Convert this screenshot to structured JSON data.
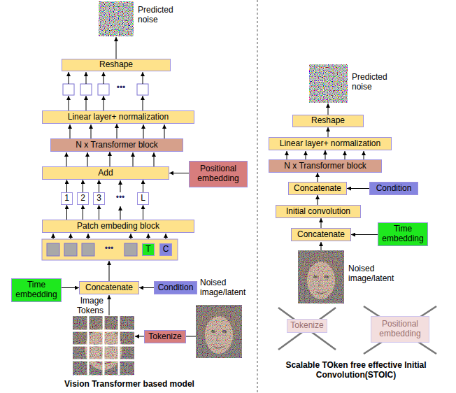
{
  "diagram": {
    "nodes": [
      {
        "text": [
          "Reshape"
        ]
      },
      {
        "text": [
          "Linear layer+ normalization"
        ]
      },
      {
        "text": [
          "N x Transformer block"
        ]
      },
      {
        "text": [
          "Add"
        ]
      },
      {
        "text": [
          "Positional embedding"
        ]
      },
      {
        "text": [
          "1"
        ]
      },
      {
        "text": [
          "2"
        ]
      },
      {
        "text": [
          "3"
        ]
      },
      {
        "text": [
          "L"
        ]
      },
      {
        "text": [
          "Patch embeding block"
        ]
      },
      {
        "text": [
          "T"
        ]
      },
      {
        "text": [
          "C"
        ]
      },
      {
        "text": [
          "Time embedding"
        ]
      },
      {
        "text": [
          "Concatenate"
        ]
      },
      {
        "text": [
          "Condition"
        ]
      },
      {
        "text": [
          "Tokenize"
        ]
      },
      {
        "text": [
          "Reshape"
        ]
      },
      {
        "text": [
          "Linear layer+ normalization"
        ]
      },
      {
        "text": [
          "N x Transformer block"
        ]
      },
      {
        "text": [
          "Concatenate"
        ]
      },
      {
        "text": [
          "Condition"
        ]
      },
      {
        "text": [
          "Initial convolution"
        ]
      },
      {
        "text": [
          "Concatenate"
        ]
      },
      {
        "text": [
          "Time embedding"
        ]
      },
      {
        "text": [
          "Tokenize"
        ]
      },
      {
        "text": [
          "Positional embedding"
        ]
      }
    ],
    "edges": [
      {
        "from": 2,
        "to": 1,
        "arrow": "to"
      },
      {
        "from": 3,
        "to": 2,
        "arrow": "to"
      },
      {
        "from": 4,
        "to": 3,
        "arrow": "to"
      },
      {
        "from": 9,
        "to": 5,
        "arrow": "to"
      },
      {
        "from": 9,
        "to": 6,
        "arrow": "to"
      },
      {
        "from": 9,
        "to": 7,
        "arrow": "to"
      },
      {
        "from": 9,
        "to": 8,
        "arrow": "to"
      },
      {
        "from": 5,
        "to": 3,
        "arrow": "to"
      },
      {
        "from": 6,
        "to": 3,
        "arrow": "to"
      },
      {
        "from": 7,
        "to": 3,
        "arrow": "to"
      },
      {
        "from": 8,
        "to": 3,
        "arrow": "to"
      },
      {
        "from": 12,
        "to": 13,
        "arrow": "to"
      },
      {
        "from": 14,
        "to": 13,
        "arrow": "to"
      },
      {
        "from": 17,
        "to": 16,
        "arrow": "to"
      },
      {
        "from": 18,
        "to": 17,
        "arrow": "to"
      },
      {
        "from": 19,
        "to": 18,
        "arrow": "to"
      },
      {
        "from": 20,
        "to": 19,
        "arrow": "to"
      },
      {
        "from": 21,
        "to": 19,
        "arrow": "to"
      },
      {
        "from": 22,
        "to": 21,
        "arrow": "to"
      },
      {
        "from": 23,
        "to": 22,
        "arrow": "to"
      }
    ],
    "labels": [
      "Predicted noise",
      "•••",
      "•••",
      "•••",
      "Image Tokens",
      "Noised image/latent",
      "Vision Transformer based model",
      "Predicted noise",
      "Noised image/latent",
      "Scalable TOken free effective Initial Convolution(STOIC)"
    ]
  }
}
